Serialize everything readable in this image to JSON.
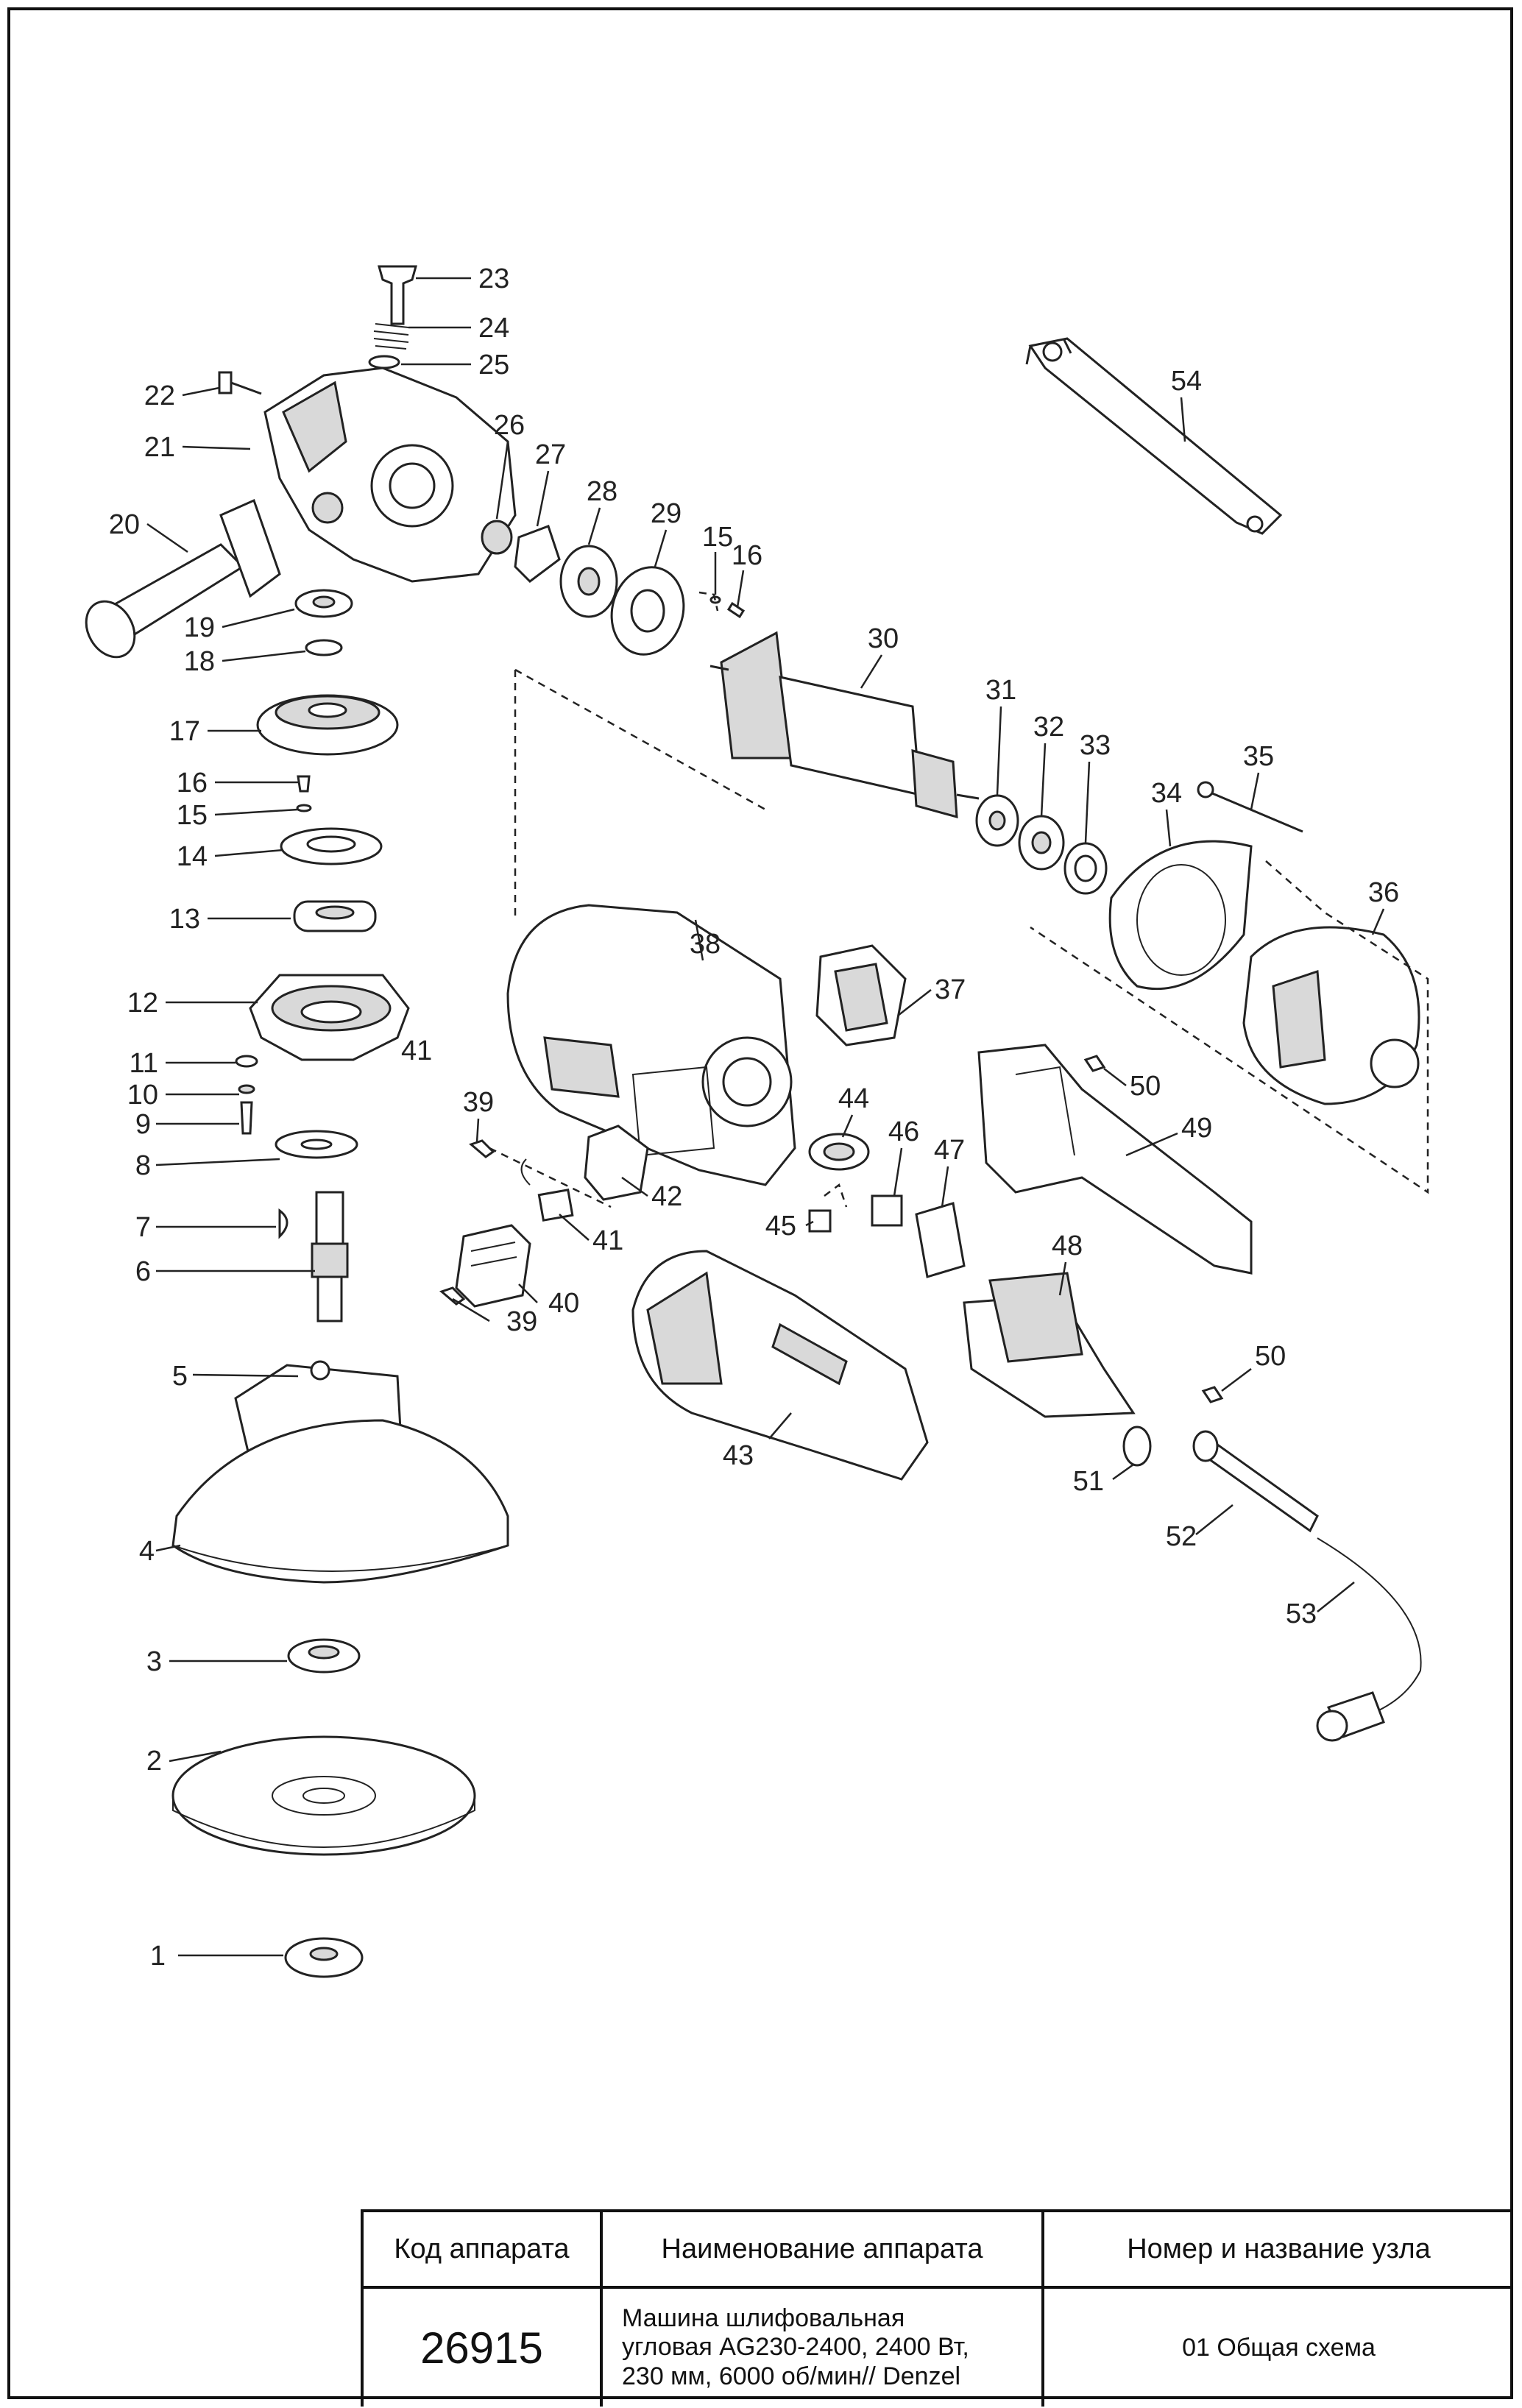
{
  "title_block": {
    "header_code": "Код аппарата",
    "header_name": "Наименование аппарата",
    "header_assembly": "Номер и название узла",
    "code": "26915",
    "name": "Машина шлифовальная\nугловая AG230-2400, 2400 Вт,\n230 мм, 6000 об/мин// Denzel",
    "assembly": "01 Общая схема"
  },
  "callouts": [
    {
      "n": "1",
      "label": "1"
    },
    {
      "n": "2",
      "label": "2"
    },
    {
      "n": "3",
      "label": "3"
    },
    {
      "n": "4",
      "label": "4"
    },
    {
      "n": "5",
      "label": "5"
    },
    {
      "n": "6",
      "label": "6"
    },
    {
      "n": "7",
      "label": "7"
    },
    {
      "n": "8",
      "label": "8"
    },
    {
      "n": "9",
      "label": "9"
    },
    {
      "n": "10",
      "label": "10"
    },
    {
      "n": "11",
      "label": "11"
    },
    {
      "n": "12",
      "label": "12"
    },
    {
      "n": "13",
      "label": "13"
    },
    {
      "n": "14",
      "label": "14"
    },
    {
      "n": "15a",
      "label": "15"
    },
    {
      "n": "16a",
      "label": "16"
    },
    {
      "n": "17",
      "label": "17"
    },
    {
      "n": "18",
      "label": "18"
    },
    {
      "n": "19",
      "label": "19"
    },
    {
      "n": "20",
      "label": "20"
    },
    {
      "n": "21",
      "label": "21"
    },
    {
      "n": "22",
      "label": "22"
    },
    {
      "n": "23",
      "label": "23"
    },
    {
      "n": "24",
      "label": "24"
    },
    {
      "n": "25",
      "label": "25"
    },
    {
      "n": "26",
      "label": "26"
    },
    {
      "n": "27",
      "label": "27"
    },
    {
      "n": "28",
      "label": "28"
    },
    {
      "n": "29",
      "label": "29"
    },
    {
      "n": "15b",
      "label": "15"
    },
    {
      "n": "16b",
      "label": "16"
    },
    {
      "n": "30",
      "label": "30"
    },
    {
      "n": "31",
      "label": "31"
    },
    {
      "n": "32",
      "label": "32"
    },
    {
      "n": "33",
      "label": "33"
    },
    {
      "n": "34",
      "label": "34"
    },
    {
      "n": "35",
      "label": "35"
    },
    {
      "n": "36",
      "label": "36"
    },
    {
      "n": "37",
      "label": "37"
    },
    {
      "n": "38",
      "label": "38"
    },
    {
      "n": "39a",
      "label": "39"
    },
    {
      "n": "39b",
      "label": "39"
    },
    {
      "n": "40",
      "label": "40"
    },
    {
      "n": "41a",
      "label": "41"
    },
    {
      "n": "41b",
      "label": "41"
    },
    {
      "n": "42",
      "label": "42"
    },
    {
      "n": "43",
      "label": "43"
    },
    {
      "n": "44",
      "label": "44"
    },
    {
      "n": "45",
      "label": "45"
    },
    {
      "n": "46",
      "label": "46"
    },
    {
      "n": "47",
      "label": "47"
    },
    {
      "n": "48",
      "label": "48"
    },
    {
      "n": "49",
      "label": "49"
    },
    {
      "n": "50a",
      "label": "50"
    },
    {
      "n": "50b",
      "label": "50"
    },
    {
      "n": "51",
      "label": "51"
    },
    {
      "n": "52",
      "label": "52"
    },
    {
      "n": "53",
      "label": "53"
    },
    {
      "n": "54",
      "label": "54"
    }
  ]
}
